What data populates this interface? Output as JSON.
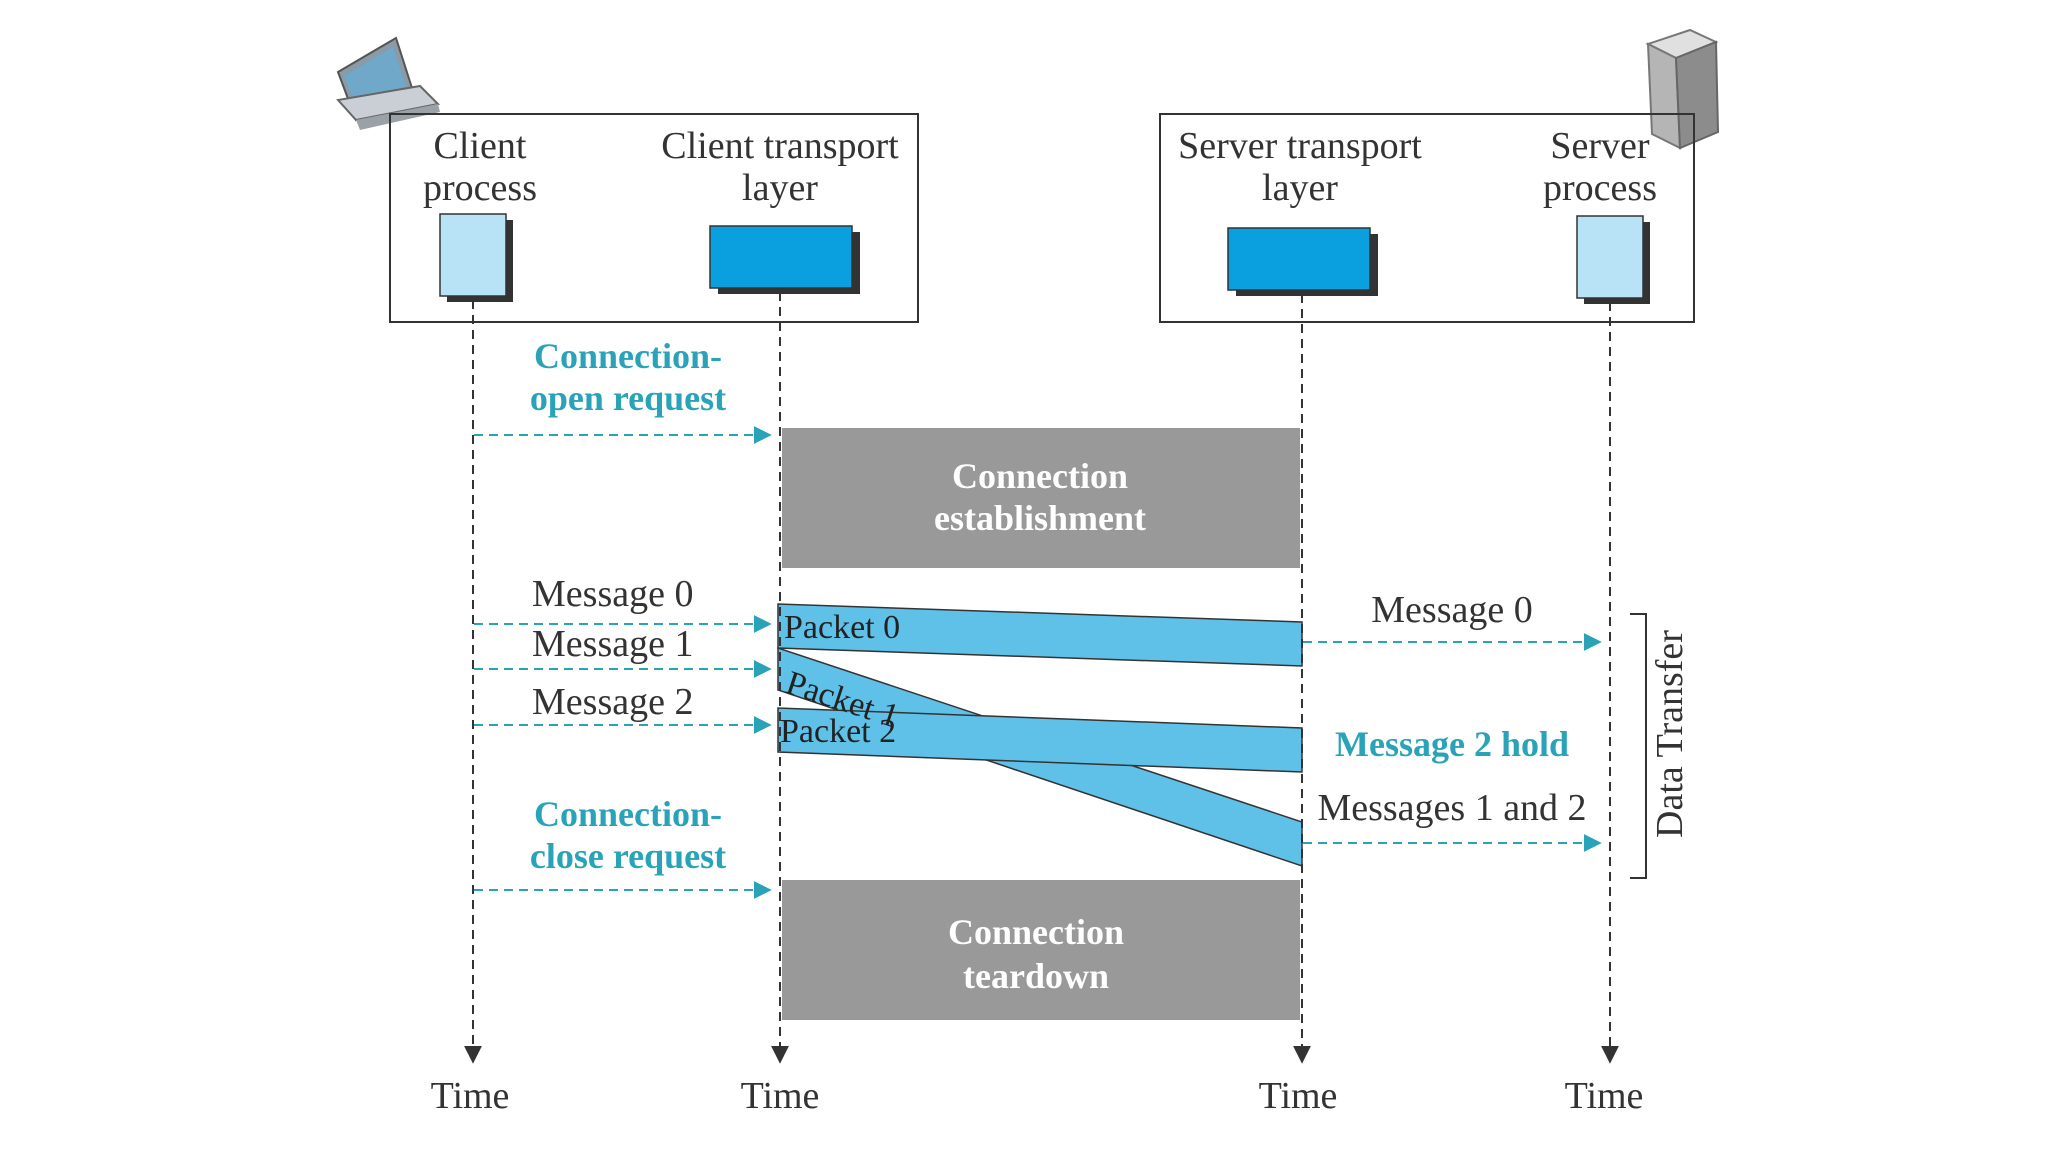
{
  "colors": {
    "cyan_text": "#2aa3b8",
    "cyan_arrow": "#2aa3b8",
    "packet_fill": "#5fc0e8",
    "transport_box": "#0aa0e0",
    "process_box": "#b8e2f5",
    "grey_band": "#999999",
    "line": "#333333"
  },
  "client_box": {
    "process_line1": "Client",
    "process_line2": "process",
    "transport_line1": "Client transport",
    "transport_line2": "layer",
    "icon": "laptop-icon"
  },
  "server_box": {
    "transport_line1": "Server transport",
    "transport_line2": "layer",
    "process_line1": "Server",
    "process_line2": "process",
    "icon": "server-tower-icon"
  },
  "open_request": {
    "line1": "Connection-",
    "line2": "open request"
  },
  "establishment": {
    "line1": "Connection",
    "line2": "establishment"
  },
  "client_messages": [
    "Message  0",
    "Message  1",
    "Message  2"
  ],
  "packets": [
    "Packet 0",
    "Packet 1",
    "Packet 2"
  ],
  "server_message0": "Message  0",
  "message2_hold": "Message 2 hold",
  "messages_1_2": "Messages 1 and 2",
  "data_transfer": "Data Transfer",
  "close_request": {
    "line1": "Connection-",
    "line2": "close request"
  },
  "teardown": {
    "line1": "Connection",
    "line2": "teardown"
  },
  "time_labels": [
    "Time",
    "Time",
    "Time",
    "Time"
  ]
}
